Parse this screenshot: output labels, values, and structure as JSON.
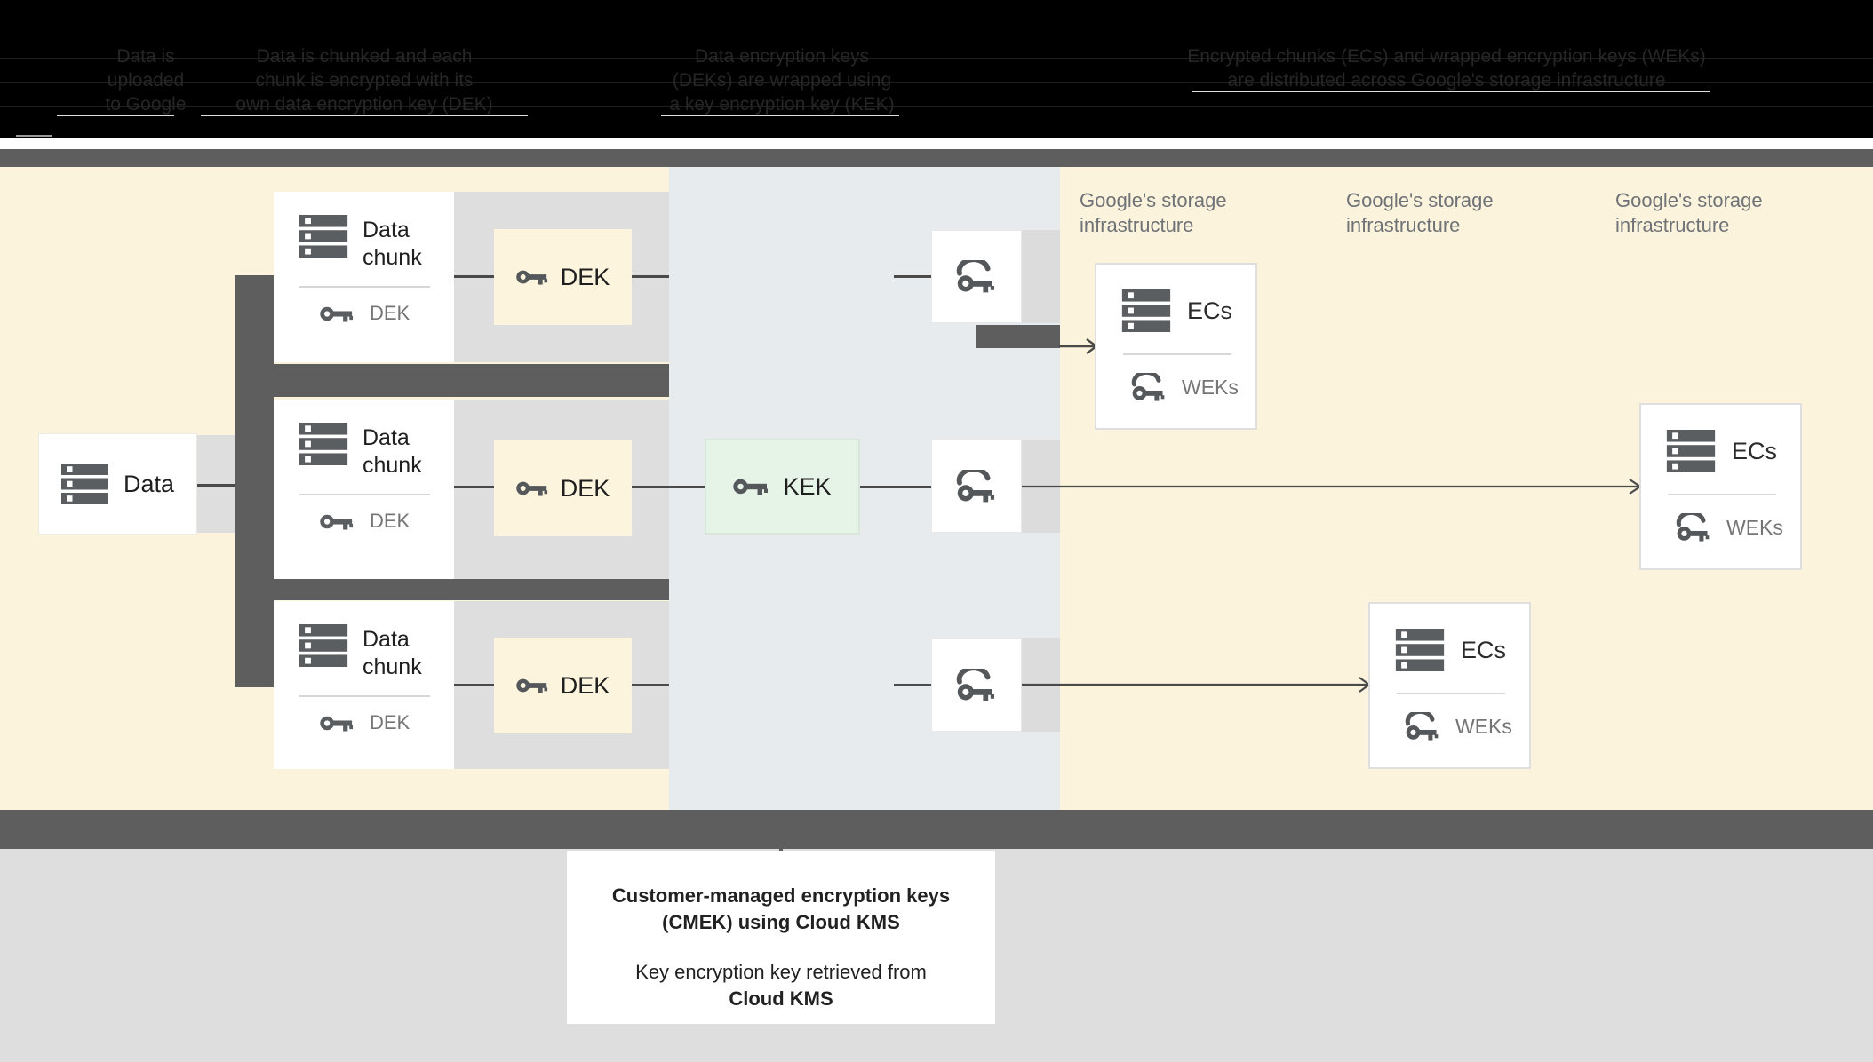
{
  "header": {
    "steps": [
      {
        "lines": [
          "Data is",
          "uploaded",
          "to Google"
        ]
      },
      {
        "lines": [
          "Data is chunked and each",
          "chunk is encrypted with its",
          "own data encryption key (DEK)"
        ]
      },
      {
        "lines": [
          "Data encryption keys",
          "(DEKs) are wrapped using",
          "a key encryption key (KEK)"
        ]
      },
      {
        "lines": [
          "Encrypted chunks (ECs) and wrapped encryption keys (WEKs)",
          "are distributed across Google's storage infrastructure"
        ]
      }
    ]
  },
  "diagram": {
    "data_label": "Data",
    "rows": [
      {
        "title_lines": [
          "Data",
          "chunk"
        ],
        "chunk_key_label": "DEK",
        "dek_label": "DEK"
      },
      {
        "title_lines": [
          "Data",
          "chunk"
        ],
        "chunk_key_label": "DEK",
        "dek_label": "DEK"
      },
      {
        "title_lines": [
          "Data",
          "chunk"
        ],
        "chunk_key_label": "DEK",
        "dek_label": "DEK"
      }
    ],
    "kek_label": "KEK",
    "storage_labels": [
      {
        "line1": "Google's storage",
        "line2": "infrastructure"
      },
      {
        "line1": "Google's storage",
        "line2": "infrastructure"
      },
      {
        "line1": "Google's storage",
        "line2": "infrastructure"
      }
    ],
    "ec_boxes": [
      {
        "title": "ECs",
        "key_label": "WEKs"
      },
      {
        "title": "ECs",
        "key_label": "WEKs"
      },
      {
        "title": "ECs",
        "key_label": "WEKs"
      }
    ]
  },
  "caption": {
    "title_line1": "Customer-managed encryption keys",
    "title_line2": "(CMEK) using Cloud KMS",
    "body_line1": "Key encryption key retrieved from",
    "body_line2": "Cloud KMS"
  },
  "colors": {
    "cream_zone": "#FBF3DC",
    "kms_zone": "#E8EBED",
    "dek_fill": "#FCF4DD",
    "kek_fill": "#E6F3E7",
    "dark_band": "#5E5E5E",
    "row_gray": "#DEDEDE",
    "connector": "#4A4A4A",
    "icon_gray": "#5B5E61",
    "muted_text": "#757575"
  }
}
